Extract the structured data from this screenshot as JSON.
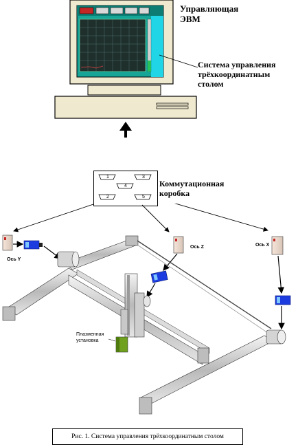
{
  "computer": {
    "label": "Управляющая ЭВМ",
    "label_line1": "Управляющая",
    "label_line2": "ЭВМ"
  },
  "control_system": {
    "line1": "Система управления",
    "line2": "трёхкоординатным",
    "line3": "столом"
  },
  "switch_box": {
    "line1": "Коммутационная",
    "line2": "коробка",
    "ports": [
      "1",
      "3",
      "4",
      "2",
      "5"
    ]
  },
  "axes": {
    "y": "Ось Y",
    "z": "Ось Z",
    "x": "Ось X"
  },
  "plasma": {
    "line1": "Плазменная",
    "line2": "установка"
  },
  "caption": "Рис. 1. Система управления трёхкоординатным столом",
  "colors": {
    "screen_bg": "#16a596",
    "screen_accent": "#20d5e6",
    "monitor_case": "#efe9cf",
    "motor_blue": "#1d3ce0",
    "red_button": "#c42626",
    "plasma_green": "#6fa11f"
  }
}
